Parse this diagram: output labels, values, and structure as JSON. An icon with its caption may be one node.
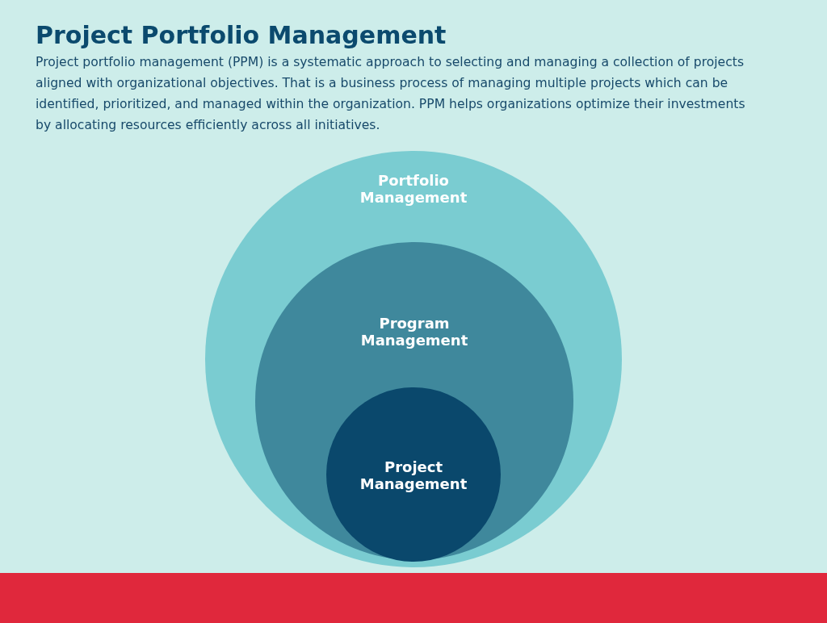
{
  "diagram": {
    "title": "Project Portfolio Management",
    "nodes": [
      {
        "text": [
          "Portfolio Management"
        ]
      },
      {
        "text": [
          "Program Management"
        ],
        "in": 0
      },
      {
        "text": [
          "Project Management"
        ],
        "in": 1
      }
    ],
    "labels": [
      "Project portfolio management (PPM) is a systematic approach to selecting and managing a collection of projects aligned with organizational objectives. That is a business process of managing multiple projects which can be identified, prioritized, and managed within the organization. PPM helps organizations optimize their investments by allocating resources efficiently across all initiatives."
    ]
  }
}
